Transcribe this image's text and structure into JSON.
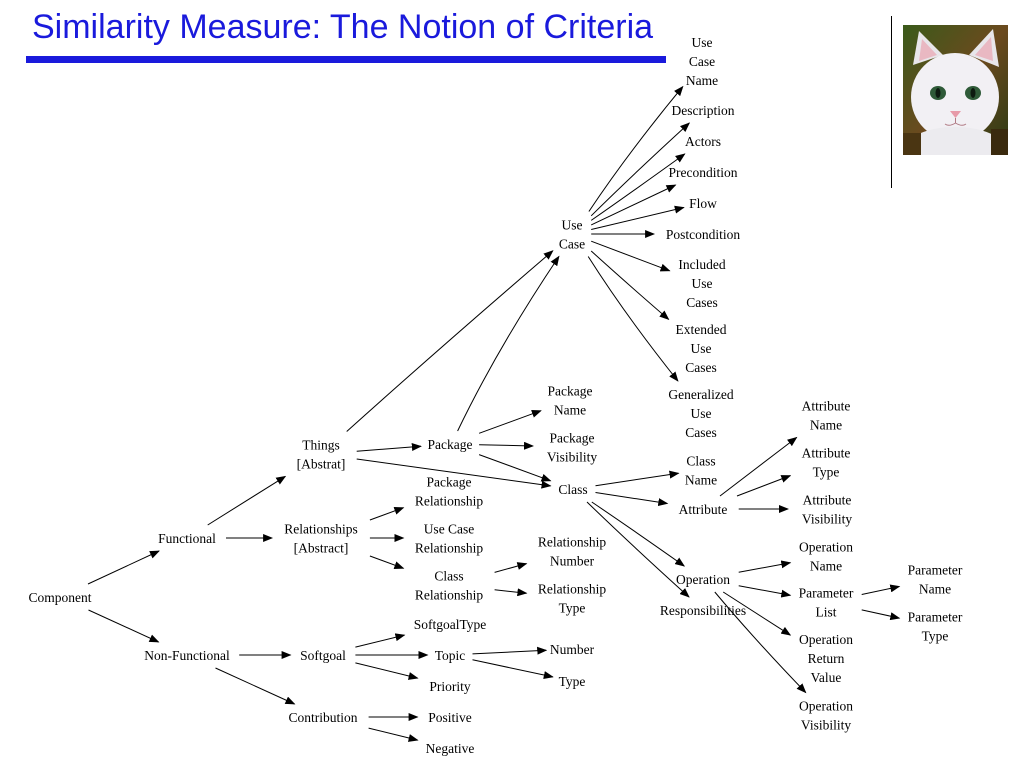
{
  "title": "Similarity Measure: The Notion of Criteria",
  "diagram": {
    "nodes": [
      {
        "id": "component",
        "lines": [
          "Component"
        ]
      },
      {
        "id": "functional",
        "lines": [
          "Functional"
        ]
      },
      {
        "id": "non-functional",
        "lines": [
          "Non-Functional"
        ]
      },
      {
        "id": "things",
        "lines": [
          "Things",
          "[Abstrat]"
        ]
      },
      {
        "id": "relationships",
        "lines": [
          "Relationships",
          "[Abstract]"
        ]
      },
      {
        "id": "softgoal",
        "lines": [
          "Softgoal"
        ]
      },
      {
        "id": "contribution",
        "lines": [
          "Contribution"
        ]
      },
      {
        "id": "use-case",
        "lines": [
          "Use",
          "Case"
        ]
      },
      {
        "id": "package",
        "lines": [
          "Package"
        ]
      },
      {
        "id": "class",
        "lines": [
          "Class"
        ]
      },
      {
        "id": "use-case-name",
        "lines": [
          "Use",
          "Case",
          "Name"
        ]
      },
      {
        "id": "description",
        "lines": [
          "Description"
        ]
      },
      {
        "id": "actors",
        "lines": [
          "Actors"
        ]
      },
      {
        "id": "precondition",
        "lines": [
          "Precondition"
        ]
      },
      {
        "id": "flow",
        "lines": [
          "Flow"
        ]
      },
      {
        "id": "postcondition",
        "lines": [
          "Postcondition"
        ]
      },
      {
        "id": "included-use-cases",
        "lines": [
          "Included",
          "Use",
          "Cases"
        ]
      },
      {
        "id": "extended-use-cases",
        "lines": [
          "Extended",
          "Use",
          "Cases"
        ]
      },
      {
        "id": "generalized-use-cases",
        "lines": [
          "Generalized",
          "Use",
          "Cases"
        ]
      },
      {
        "id": "package-name",
        "lines": [
          "Package",
          "Name"
        ]
      },
      {
        "id": "package-visibility",
        "lines": [
          "Package",
          "Visibility"
        ]
      },
      {
        "id": "package-relationship",
        "lines": [
          "Package",
          "Relationship"
        ]
      },
      {
        "id": "use-case-relationship",
        "lines": [
          "Use Case",
          "Relationship"
        ]
      },
      {
        "id": "class-relationship",
        "lines": [
          "Class",
          "Relationship"
        ]
      },
      {
        "id": "relationship-number",
        "lines": [
          "Relationship",
          "Number"
        ]
      },
      {
        "id": "relationship-type",
        "lines": [
          "Relationship",
          "Type"
        ]
      },
      {
        "id": "class-name",
        "lines": [
          "Class",
          "Name"
        ]
      },
      {
        "id": "attribute",
        "lines": [
          "Attribute"
        ]
      },
      {
        "id": "operation",
        "lines": [
          "Operation"
        ]
      },
      {
        "id": "responsibilities",
        "lines": [
          "Responsibilities"
        ]
      },
      {
        "id": "attribute-name",
        "lines": [
          "Attribute",
          "Name"
        ]
      },
      {
        "id": "attribute-type",
        "lines": [
          "Attribute",
          "Type"
        ]
      },
      {
        "id": "attribute-visibility",
        "lines": [
          "Attribute",
          "Visibility"
        ]
      },
      {
        "id": "operation-name",
        "lines": [
          "Operation",
          "Name"
        ]
      },
      {
        "id": "parameter-list",
        "lines": [
          "Parameter",
          "List"
        ]
      },
      {
        "id": "operation-return-value",
        "lines": [
          "Operation",
          "Return",
          "Value"
        ]
      },
      {
        "id": "operation-visibility",
        "lines": [
          "Operation",
          "Visibility"
        ]
      },
      {
        "id": "parameter-name",
        "lines": [
          "Parameter",
          "Name"
        ]
      },
      {
        "id": "parameter-type",
        "lines": [
          "Parameter",
          "Type"
        ]
      },
      {
        "id": "softgoal-type",
        "lines": [
          "SoftgoalType"
        ]
      },
      {
        "id": "topic",
        "lines": [
          "Topic"
        ]
      },
      {
        "id": "priority",
        "lines": [
          "Priority"
        ]
      },
      {
        "id": "number",
        "lines": [
          "Number"
        ]
      },
      {
        "id": "type",
        "lines": [
          "Type"
        ]
      },
      {
        "id": "positive",
        "lines": [
          "Positive"
        ]
      },
      {
        "id": "negative",
        "lines": [
          "Negative"
        ]
      }
    ],
    "edges": [
      [
        "component",
        "functional"
      ],
      [
        "component",
        "non-functional"
      ],
      [
        "functional",
        "things"
      ],
      [
        "functional",
        "relationships"
      ],
      [
        "non-functional",
        "softgoal"
      ],
      [
        "non-functional",
        "contribution"
      ],
      [
        "things",
        "use-case"
      ],
      [
        "things",
        "package"
      ],
      [
        "things",
        "class"
      ],
      [
        "package",
        "use-case"
      ],
      [
        "package",
        "package-name"
      ],
      [
        "package",
        "package-visibility"
      ],
      [
        "package",
        "class"
      ],
      [
        "use-case",
        "use-case-name"
      ],
      [
        "use-case",
        "description"
      ],
      [
        "use-case",
        "actors"
      ],
      [
        "use-case",
        "precondition"
      ],
      [
        "use-case",
        "flow"
      ],
      [
        "use-case",
        "postcondition"
      ],
      [
        "use-case",
        "included-use-cases"
      ],
      [
        "use-case",
        "extended-use-cases"
      ],
      [
        "use-case",
        "generalized-use-cases"
      ],
      [
        "relationships",
        "package-relationship"
      ],
      [
        "relationships",
        "use-case-relationship"
      ],
      [
        "relationships",
        "class-relationship"
      ],
      [
        "class-relationship",
        "relationship-number"
      ],
      [
        "class-relationship",
        "relationship-type"
      ],
      [
        "class",
        "class-name"
      ],
      [
        "class",
        "attribute"
      ],
      [
        "class",
        "operation"
      ],
      [
        "class",
        "responsibilities"
      ],
      [
        "attribute",
        "attribute-name"
      ],
      [
        "attribute",
        "attribute-type"
      ],
      [
        "attribute",
        "attribute-visibility"
      ],
      [
        "operation",
        "operation-name"
      ],
      [
        "operation",
        "parameter-list"
      ],
      [
        "operation",
        "operation-return-value"
      ],
      [
        "operation",
        "operation-visibility"
      ],
      [
        "parameter-list",
        "parameter-name"
      ],
      [
        "parameter-list",
        "parameter-type"
      ],
      [
        "softgoal",
        "softgoal-type"
      ],
      [
        "softgoal",
        "topic"
      ],
      [
        "softgoal",
        "priority"
      ],
      [
        "topic",
        "number"
      ],
      [
        "topic",
        "type"
      ],
      [
        "contribution",
        "positive"
      ],
      [
        "contribution",
        "negative"
      ]
    ]
  }
}
